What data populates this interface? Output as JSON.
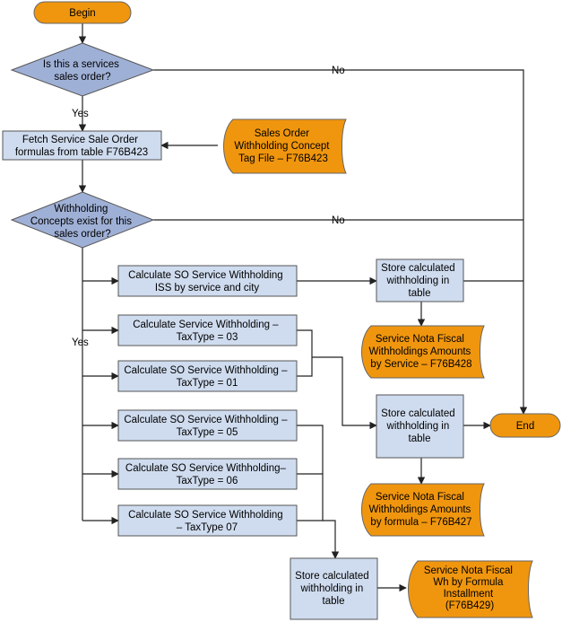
{
  "begin": "Begin",
  "end": "End",
  "decision_services": [
    "Is this a services",
    "sales order?"
  ],
  "decision_concepts": [
    "Withholding",
    "Concepts exist for this",
    "sales order?"
  ],
  "label_yes": "Yes",
  "label_no": "No",
  "fetch_formulas": [
    "Fetch Service Sale Order",
    "formulas from table F76B423"
  ],
  "tag_file": [
    "Sales Order",
    "Withholding Concept",
    "Tag File – F76B423"
  ],
  "calc_iss": [
    "Calculate SO Service Withholding",
    "ISS by service and city"
  ],
  "calc_03": [
    "Calculate Service Withholding –",
    "TaxType = 03"
  ],
  "calc_01": [
    "Calculate SO Service Withholding –",
    "TaxType = 01"
  ],
  "calc_05": [
    "Calculate SO Service Withholding –",
    "TaxType = 05"
  ],
  "calc_06": [
    "Calculate SO Service Withholding–",
    "TaxType = 06"
  ],
  "calc_07": [
    "Calculate SO Service Withholding",
    "– TaxType 07"
  ],
  "store_1": [
    "Store calculated",
    "withholding in",
    "table"
  ],
  "store_2": [
    "Store calculated",
    "withholding in",
    "table"
  ],
  "store_3": [
    "Store calculated",
    "withholding in",
    "table"
  ],
  "doc_by_service": [
    "Service Nota Fiscal",
    "Withholdings Amounts",
    "by Service – F76B428"
  ],
  "doc_by_formula": [
    "Service Nota Fiscal",
    "Withholdings Amounts",
    "by formula – F76B427"
  ],
  "doc_installment": [
    "Service Nota Fiscal",
    "Wh by Formula",
    "Installment",
    "(F76B429)"
  ],
  "colors": {
    "process": "#cfdcef",
    "decision": "#9fb0d6",
    "terminator": "#f0960e",
    "document": "#f0960e"
  }
}
